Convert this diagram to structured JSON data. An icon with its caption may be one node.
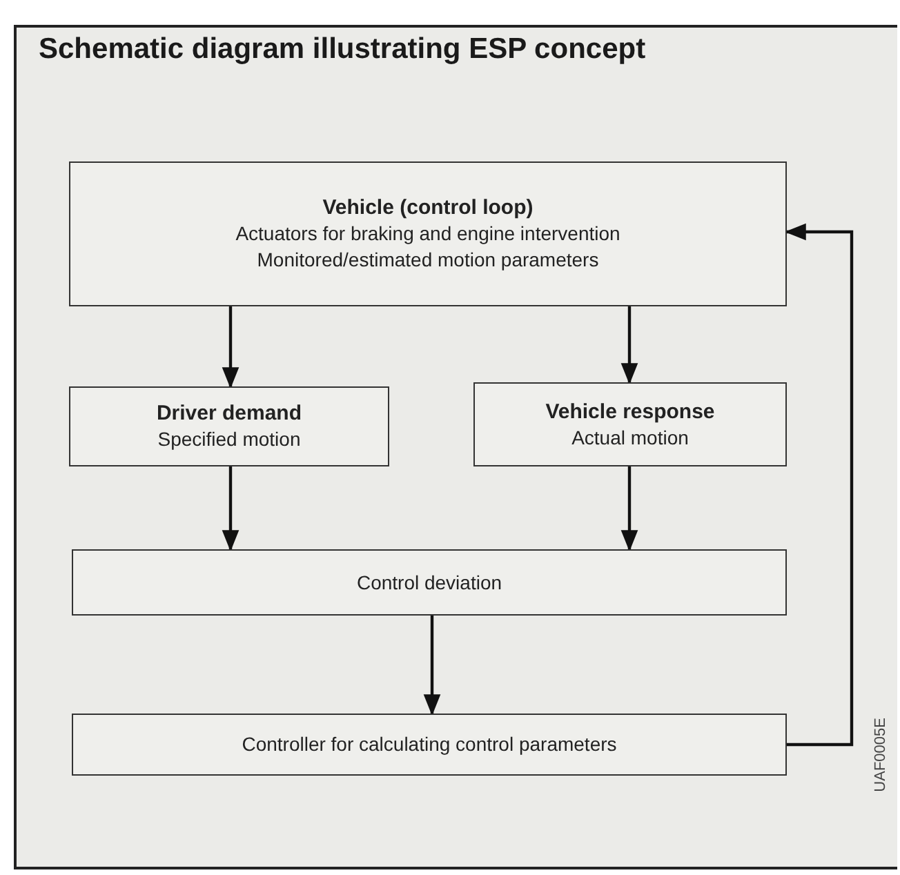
{
  "diagram": {
    "title": "Schematic diagram illustrating ESP concept",
    "nodes": [
      {
        "text": [
          "Vehicle (control loop)",
          "Actuators for braking and engine intervention",
          "Monitored/estimated motion parameters"
        ]
      },
      {
        "text": [
          "Driver demand",
          "Specified motion"
        ]
      },
      {
        "text": [
          "Vehicle response",
          "Actual motion"
        ]
      },
      {
        "text": [
          "Control deviation"
        ]
      },
      {
        "text": [
          "Controller for calculating control parameters"
        ]
      }
    ],
    "edges": [
      {
        "from": 0,
        "to": 1,
        "arrow": "to"
      },
      {
        "from": 0,
        "to": 2,
        "arrow": "to"
      },
      {
        "from": 1,
        "to": 3,
        "arrow": "to"
      },
      {
        "from": 2,
        "to": 3,
        "arrow": "to"
      },
      {
        "from": 3,
        "to": 4,
        "arrow": "to"
      },
      {
        "from": 4,
        "to": 0,
        "arrow": "to"
      }
    ],
    "labels": [
      "UAF0005E"
    ]
  }
}
